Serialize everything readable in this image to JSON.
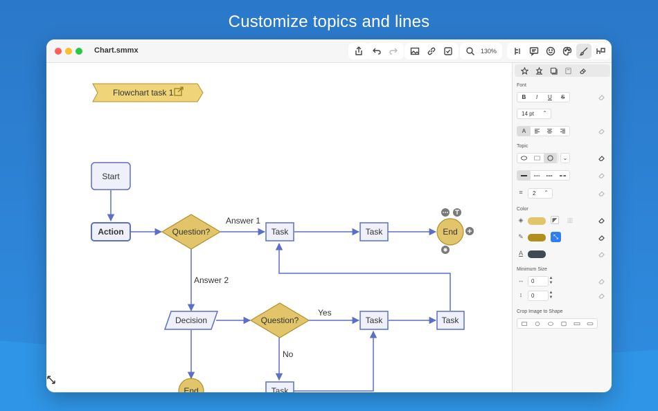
{
  "headline": "Customize topics and lines",
  "window": {
    "title": "Chart.smmx",
    "zoom": "130%"
  },
  "canvas": {
    "banner": "Flowchart task 1",
    "nodes": {
      "start": "Start",
      "action": "Action",
      "question1": "Question?",
      "task1": "Task",
      "task2": "Task",
      "end1": "End",
      "decision": "Decision",
      "question2": "Question?",
      "task3": "Task",
      "task4": "Task",
      "task5": "Task",
      "end2": "End"
    },
    "edge_labels": {
      "answer1": "Answer 1",
      "answer2": "Answer 2",
      "yes": "Yes",
      "no": "No"
    }
  },
  "panel": {
    "font_label": "Font",
    "style_buttons": [
      "B",
      "I",
      "U",
      "S"
    ],
    "font_size": "14 pt",
    "text_style_button": "A",
    "topic_label": "Topic",
    "line_width": "2",
    "color_label": "Color",
    "colors": {
      "fill": "#e2c56b",
      "stroke": "#b08f1c",
      "text": "#3f4a55",
      "accent": "#2f7ff0"
    },
    "min_size_label": "Minimum Size",
    "min_width": "0",
    "min_height": "0",
    "crop_label": "Crop Image to Shape"
  }
}
